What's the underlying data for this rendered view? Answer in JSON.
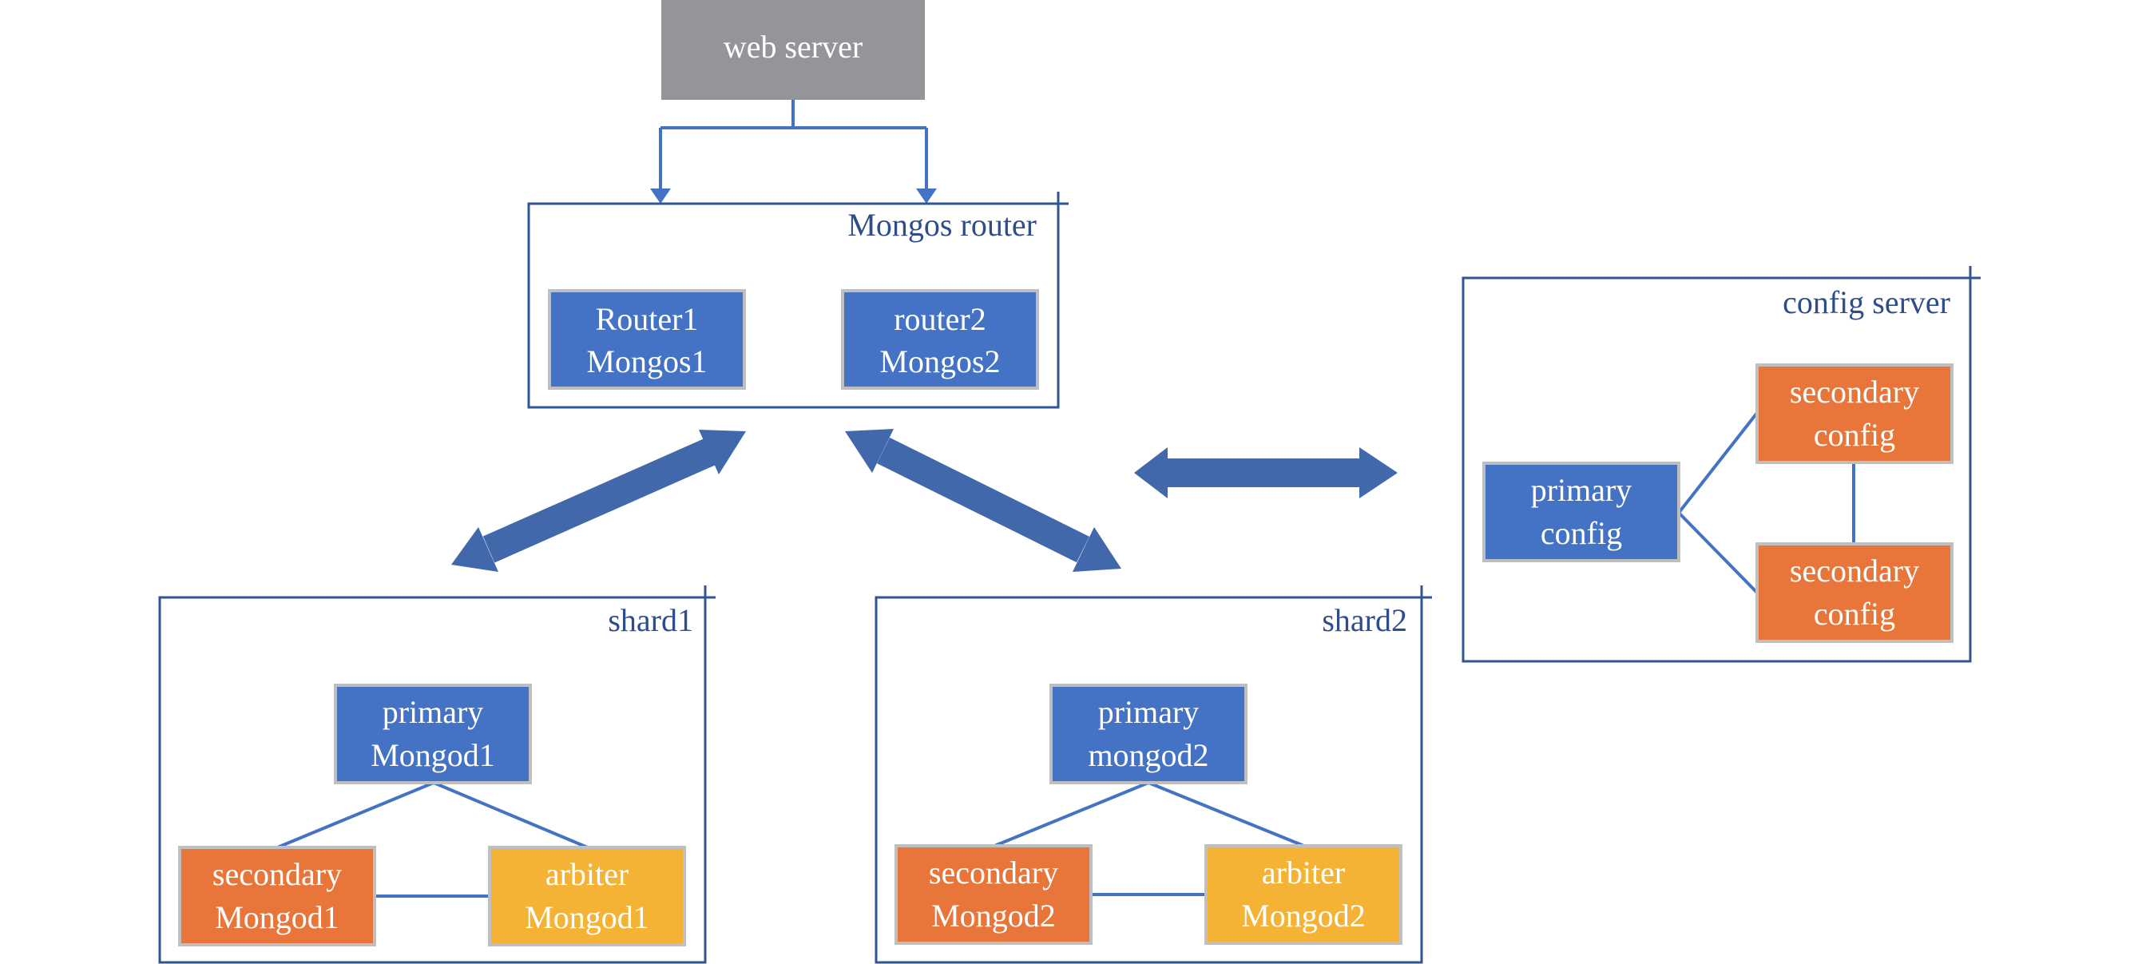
{
  "colors": {
    "web": "#939598",
    "primary": "#4472c4",
    "secondary": "#e8763a",
    "arbiter": "#f4b335",
    "frame": "#2f5597",
    "group_text": "#2f4d8a",
    "link": "#4472c4",
    "big_arrow": "#4068aa",
    "node_text": "#ffffff"
  },
  "web_server": {
    "label": "web server"
  },
  "mongos_router": {
    "title": "Mongos router",
    "router1": {
      "line1": "Router1",
      "line2": "Mongos1"
    },
    "router2": {
      "line1": "router2",
      "line2": "Mongos2"
    }
  },
  "config_server": {
    "title": "config server",
    "primary": {
      "line1": "primary",
      "line2": "config"
    },
    "secondary_top": {
      "line1": "secondary",
      "line2": "config"
    },
    "secondary_bottom": {
      "line1": "secondary",
      "line2": "config"
    }
  },
  "shard1": {
    "title": "shard1",
    "primary": {
      "line1": "primary",
      "line2": "Mongod1"
    },
    "secondary": {
      "line1": "secondary",
      "line2": "Mongod1"
    },
    "arbiter": {
      "line1": "arbiter",
      "line2": "Mongod1"
    }
  },
  "shard2": {
    "title": "shard2",
    "primary": {
      "line1": "primary",
      "line2": "mongod2"
    },
    "secondary": {
      "line1": "secondary",
      "line2": "Mongod2"
    },
    "arbiter": {
      "line1": "arbiter",
      "line2": "Mongod2"
    }
  }
}
